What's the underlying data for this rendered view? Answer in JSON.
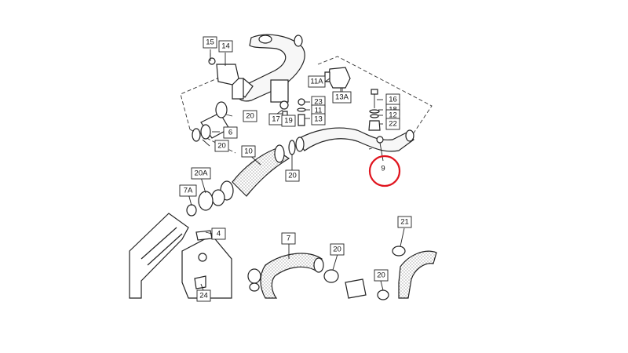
{
  "callouts": {
    "c15": "15",
    "c14": "14",
    "c11a": "11A",
    "c13a": "13A",
    "c16": "16",
    "c23": "23",
    "c18": "18",
    "c11": "11",
    "c12": "12",
    "c13": "13",
    "c22": "22",
    "c17": "17",
    "c19": "19",
    "c20_top": "20",
    "c6": "6",
    "c20_left": "20",
    "c10": "10",
    "c20_mid": "20",
    "c9": "9",
    "c20a": "20A",
    "c7a": "7A",
    "c4": "4",
    "c7": "7",
    "c20_lower": "20",
    "c21": "21",
    "c20_right": "20",
    "c24": "24"
  },
  "highlight": {
    "part": "9",
    "color": "#e0141e"
  }
}
